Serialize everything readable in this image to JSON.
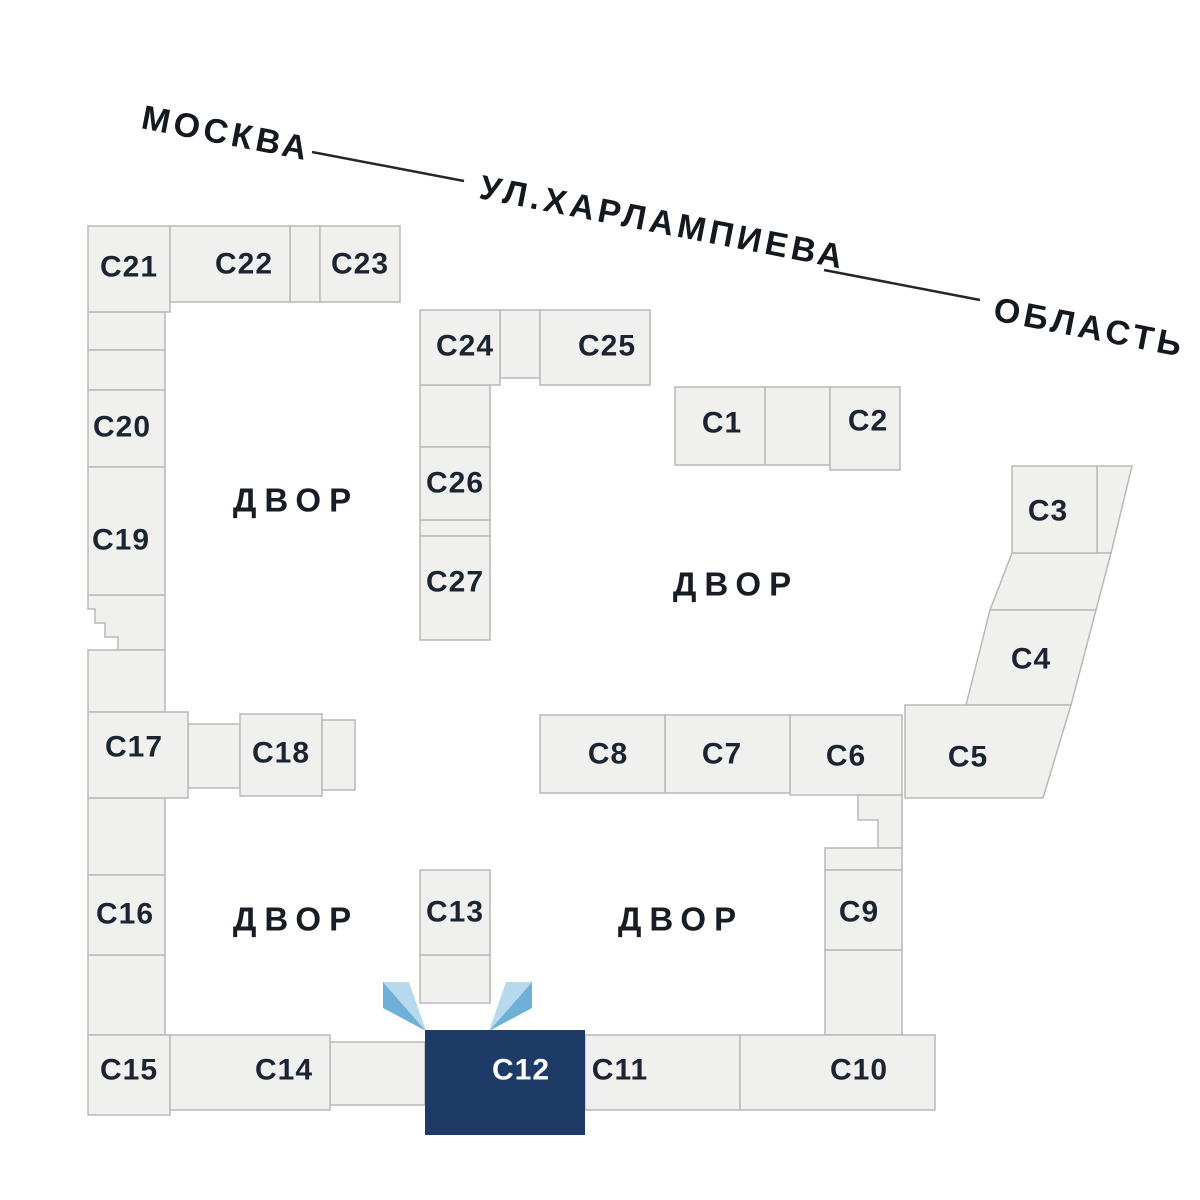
{
  "street": {
    "city": "МОСКВА",
    "name": "УЛ.ХАРЛАМПИЕВА",
    "region": "ОБЛАСТЬ"
  },
  "courtyard": "ДВОР",
  "buildings": {
    "c1": "С1",
    "c2": "С2",
    "c3": "С3",
    "c4": "С4",
    "c5": "С5",
    "c6": "С6",
    "c7": "С7",
    "c8": "С8",
    "c9": "С9",
    "c10": "С10",
    "c11": "С11",
    "c12": "С12",
    "c13": "С13",
    "c14": "С14",
    "c15": "С15",
    "c16": "С16",
    "c17": "С17",
    "c18": "С18",
    "c19": "С19",
    "c20": "С20",
    "c21": "С21",
    "c22": "С22",
    "c23": "С23",
    "c24": "С24",
    "c25": "С25",
    "c26": "С26",
    "c27": "С27"
  },
  "selected_building_id": "c12",
  "colors": {
    "background": "#ffffff",
    "building_fill": "#f0f0ef",
    "building_stroke": "#b9b9b9",
    "selected_fill": "#1e3a66",
    "beam_dark": "#6fb0d8",
    "beam_light": "#b7d9ec",
    "label": "#1b2430"
  }
}
